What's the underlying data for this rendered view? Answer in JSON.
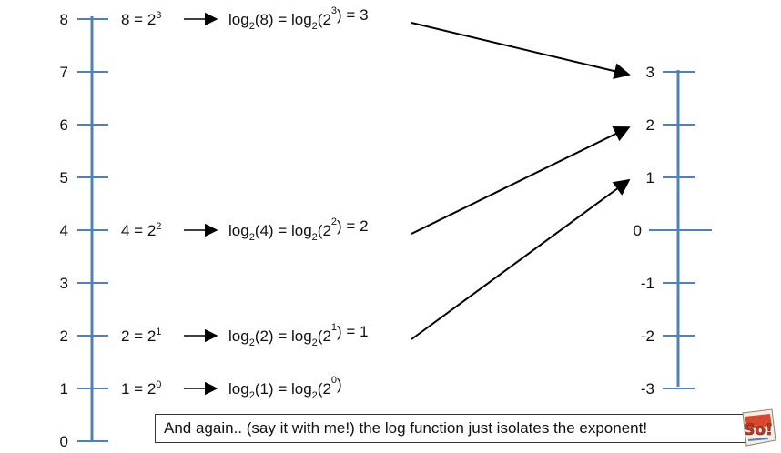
{
  "colors": {
    "axis": "#4f81bd",
    "text": "#111111",
    "arrow": "#000000"
  },
  "left_axis": {
    "ticks": [
      "0",
      "1",
      "2",
      "3",
      "4",
      "5",
      "6",
      "7",
      "8"
    ]
  },
  "right_axis": {
    "ticks": [
      "-3",
      "-2",
      "-1",
      "0",
      "1",
      "2",
      "3"
    ]
  },
  "rows": [
    {
      "value": 8,
      "eq": {
        "base": "8 = 2",
        "exp": "3"
      },
      "log": {
        "a": "log",
        "s1": "2",
        "b": "(8) = log",
        "s2": "2",
        "c": "(2",
        "sup": "3",
        "d": ") = 3"
      },
      "maps_to": 3
    },
    {
      "value": 4,
      "eq": {
        "base": "4 = 2",
        "exp": "2"
      },
      "log": {
        "a": "log",
        "s1": "2",
        "b": "(4) = log",
        "s2": "2",
        "c": "(2",
        "sup": "2",
        "d": ") = 2"
      },
      "maps_to": 2
    },
    {
      "value": 2,
      "eq": {
        "base": "2 = 2",
        "exp": "1"
      },
      "log": {
        "a": "log",
        "s1": "2",
        "b": "(2) = log",
        "s2": "2",
        "c": "(2",
        "sup": "1",
        "d": ") = 1"
      },
      "maps_to": 1
    },
    {
      "value": 1,
      "eq": {
        "base": "1 = 2",
        "exp": "0"
      },
      "log": {
        "a": "log",
        "s1": "2",
        "b": "(1) = log",
        "s2": "2",
        "c": "(2",
        "sup": "0",
        "d": ")"
      },
      "maps_to": null
    }
  ],
  "caption": "And again.. (say it with me!) the log function just isolates the exponent!",
  "logo": {
    "text": "So!",
    "icon": "so-logo-icon"
  }
}
